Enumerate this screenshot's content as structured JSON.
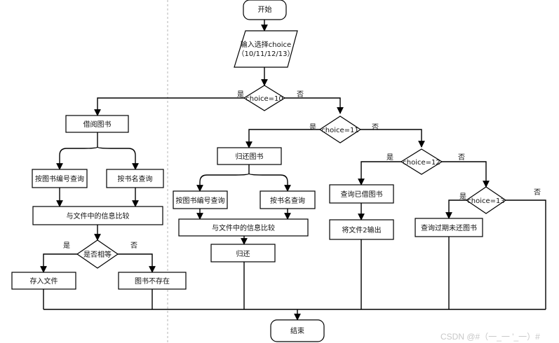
{
  "nodes": {
    "start": "开始",
    "input_line1": "输入选择choice",
    "input_line2": "（10/11/12/13）",
    "d10": "choice=10",
    "d11": "choice=11",
    "d12": "choice=12",
    "d13": "choice=13",
    "borrow": "借阅图书",
    "b_by_id": "按图书编号查询",
    "b_by_name": "按书名查询",
    "b_compare": "与文件中的信息比较",
    "b_same": "是否相等",
    "b_save": "存入文件",
    "b_notexist": "图书不存在",
    "ret": "归还图书",
    "r_by_id": "按图书编号查询",
    "r_by_name": "按书名查询",
    "r_compare": "与文件中的信息比较",
    "r_return": "归还",
    "q_borrowed": "查询已借图书",
    "q_output": "将文件2输出",
    "q_overdue": "查询过期未还图书",
    "end": "结束"
  },
  "labels": {
    "yes": "是",
    "no": "否"
  },
  "watermark": "CSDN @#（一_一 '_一）#"
}
